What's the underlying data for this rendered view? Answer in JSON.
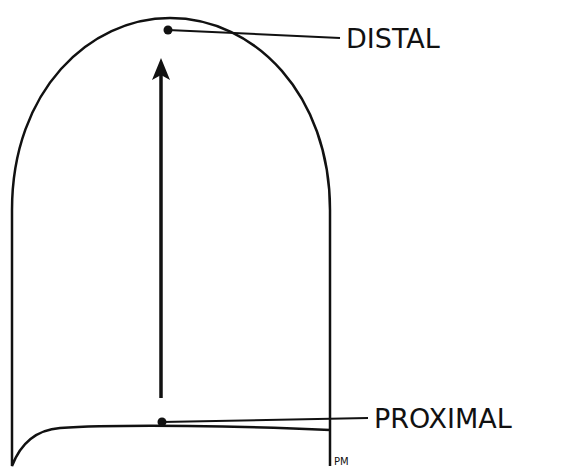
{
  "diagram": {
    "labels": [
      "DISTAL",
      "PROXIMAL",
      "PM"
    ]
  }
}
